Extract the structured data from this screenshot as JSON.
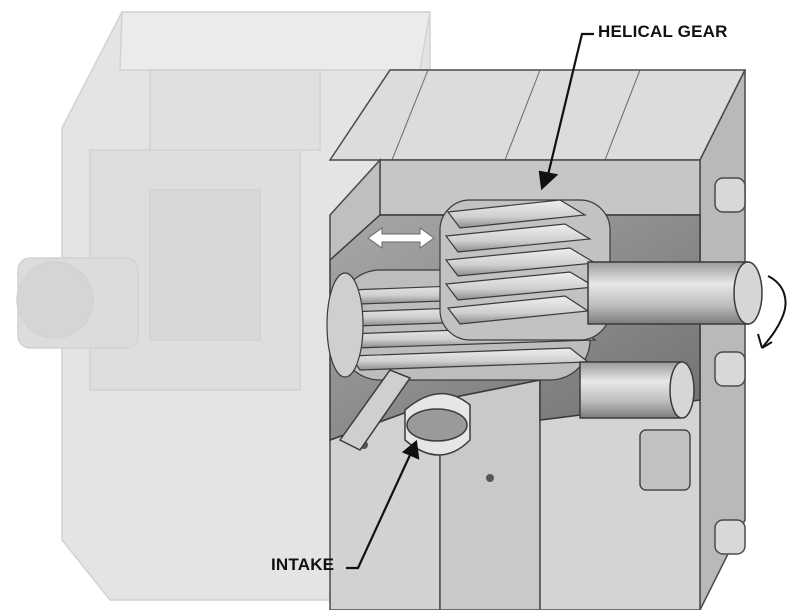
{
  "labels": {
    "helical_gear": "HELICAL GEAR",
    "intake": "INTAKE"
  },
  "colors": {
    "background": "#ffffff",
    "ghost_housing": "#e3e3e3",
    "block_light": "#dadada",
    "block_mid": "#bdbdbd",
    "block_dark": "#8f8f8f",
    "shaft": "#cfcfcf",
    "gear_tooth": "#d7d7d7",
    "gear_shadow": "#7e7e7e",
    "ink": "#111111"
  },
  "icons": {
    "flow_arrow": "double-headed-flow-arrow",
    "rotation": "rotation-arrow"
  }
}
